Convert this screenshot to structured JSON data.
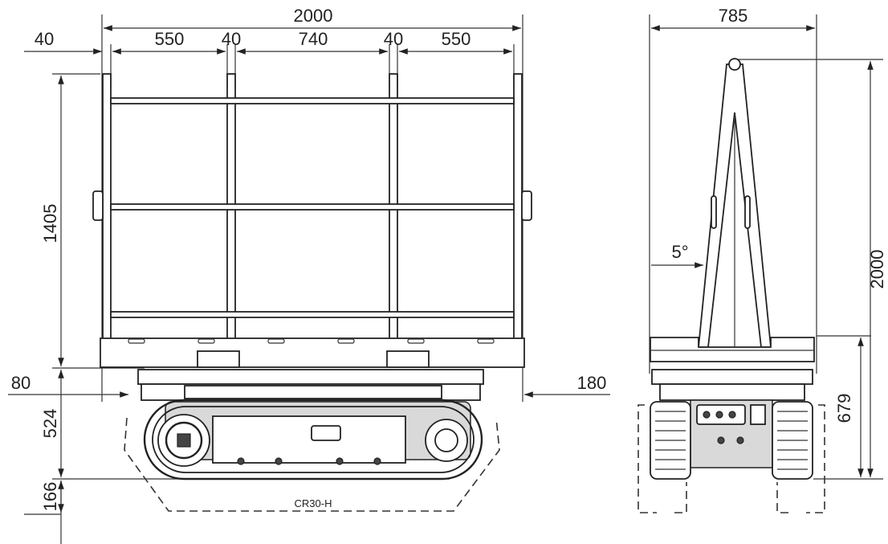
{
  "drawing": {
    "model_label": "CR30-H",
    "side_view": {
      "overall_width": "2000",
      "segments": [
        "40",
        "550",
        "40",
        "740",
        "40",
        "550"
      ],
      "frame_height": "1405",
      "overhang_left": "80",
      "overhang_right": "180",
      "chassis_height": "524",
      "ground_clearance": "166"
    },
    "front_view": {
      "width": "785",
      "height": "2000",
      "angle": "5°",
      "platform_height": "679"
    }
  }
}
